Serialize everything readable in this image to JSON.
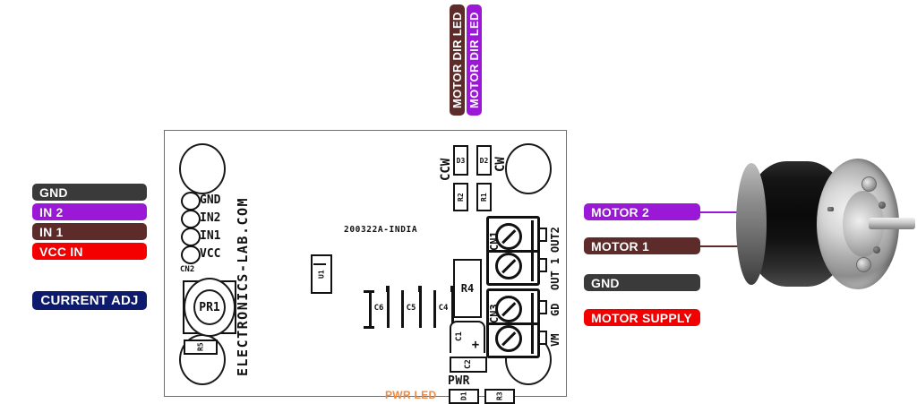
{
  "diagram": {
    "title": "L298N-style DC motor driver module pinout with DC motor",
    "colors": {
      "gnd": "#3a3a3a",
      "in2": "#9a18d6",
      "in1": "#5e2b2b",
      "vcc": "#f40000",
      "current_adj": "#0d1a6e",
      "motor2": "#9a18d6",
      "motor1": "#5e2b2b",
      "motor_supply": "#f40000",
      "pwr_led_text": "#ef8a43",
      "board_outline": "#6f6f6f"
    }
  },
  "left_labels": [
    {
      "text": "GND",
      "color": "#3a3a3a"
    },
    {
      "text": "IN 2",
      "color": "#9a18d6"
    },
    {
      "text": "IN 1",
      "color": "#5e2b2b"
    },
    {
      "text": "VCC IN",
      "color": "#f40000"
    }
  ],
  "left_labels_extra": [
    {
      "text": "CURRENT ADJ",
      "color": "#0d1a6e"
    }
  ],
  "top_labels": [
    {
      "text": "MOTOR DIR LED",
      "color": "#5e2b2b"
    },
    {
      "text": "MOTOR DIR LED",
      "color": "#9a18d6"
    }
  ],
  "right_labels": [
    {
      "text": "MOTOR 2",
      "color": "#9a18d6",
      "lead": true
    },
    {
      "text": "MOTOR 1",
      "color": "#5e2b2b",
      "lead": true
    },
    {
      "text": "GND",
      "color": "#3a3a3a",
      "lead": false
    },
    {
      "text": "MOTOR SUPPLY",
      "color": "#f40000",
      "lead": false
    }
  ],
  "pcb": {
    "brand": "ELECTRONICS-LAB.COM",
    "part_code": "200322A-INDIA",
    "pwr_led_caption": "PWR LED",
    "header_cn2": {
      "ref": "CN2",
      "pins": [
        "GND",
        "IN2",
        "IN1",
        "VCC"
      ]
    },
    "trimpot": {
      "ref": "PR1"
    },
    "terminal_cn1": {
      "ref": "CN1",
      "pins": [
        "OUT2",
        "OUT 1"
      ]
    },
    "terminal_cn3": {
      "ref": "CN3",
      "pins": [
        "GD",
        "VM"
      ]
    },
    "leds": [
      {
        "ref": "D3",
        "dir": "CCW"
      },
      {
        "ref": "D2",
        "dir": "CW"
      }
    ],
    "resistors": [
      "R2",
      "R1",
      "R4",
      "R3",
      "R5"
    ],
    "capacitors": [
      "C6",
      "C5",
      "C4",
      "C1",
      "C2"
    ],
    "ic": "U1",
    "power_led": {
      "ref": "D1",
      "silk": "PWR"
    }
  },
  "motor": {
    "name": "dc-motor",
    "description": "Brushed DC motor, black cylindrical body, metal end cap with output shaft"
  }
}
